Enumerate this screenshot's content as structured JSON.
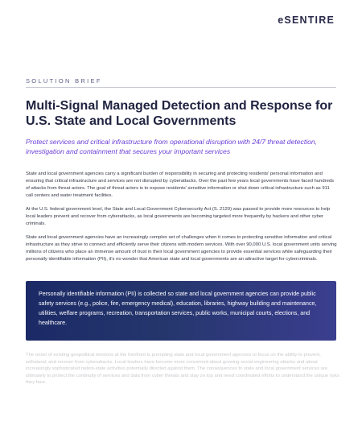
{
  "header": {
    "logo": "eSENTIRE"
  },
  "document": {
    "label": "SOLUTION BRIEF",
    "title": "Multi-Signal Managed Detection and Response for U.S. State and Local Governments",
    "subtitle": "Protect services and critical infrastructure from operational disruption with 24/7 threat detection, investigation and containment that secures your important services",
    "paragraphs": [
      "State and local government agencies carry a significant burden of responsibility in securing and protecting residents' personal information and ensuring that critical infrastructure and services are not disrupted by cyberattacks. Over the past few years local governments have faced hundreds of attacks from threat actors. The goal of threat actors is to expose residents' sensitive information or shut down critical infrastructure such as 911 call centers and water treatment facilities.",
      "At the U.S. federal government level, the State and Local Government Cybersecurity Act (S. 2120) was passed to provide more resources to help local leaders prevent and recover from cyberattacks, as local governments are becoming targeted more frequently by hackers and other cyber criminals.",
      "State and local government agencies have an increasingly complex set of challenges when it comes to protecting sensitive information and critical infrastructure as they strive to connect and efficiently serve their citizens with modern services. With over 90,000 U.S. local government units serving millions of citizens who place an immense amount of trust in their local government agencies to provide essential services while safeguarding their personally identifiable information (PII), it's no wonder that American state and local governments are an attractive target for cybercriminals."
    ],
    "callout": "Personally identifiable information (PII) is collected so state and local government agencies can provide public safety services (e.g., police, fire, emergency medical), education, libraries, highway building and maintenance, utilities, welfare programs, recreation, transportation services, public works, municipal courts, elections, and healthcare.",
    "faded_text": "The onset of existing geopolitical tensions at the forefront is prompting state and local government agencies to focus on the ability to prevent, withstand, and recover from cyberattacks. Local leaders have become more concerned about growing social engineering attacks and about increasingly sophisticated nation-state activities potentially directed against them. The consequences to state and local government services are ultimately to protect the continuity of services and data from cyber threats and stay on top and need coordinated efforts to understand the unique risks they face."
  }
}
